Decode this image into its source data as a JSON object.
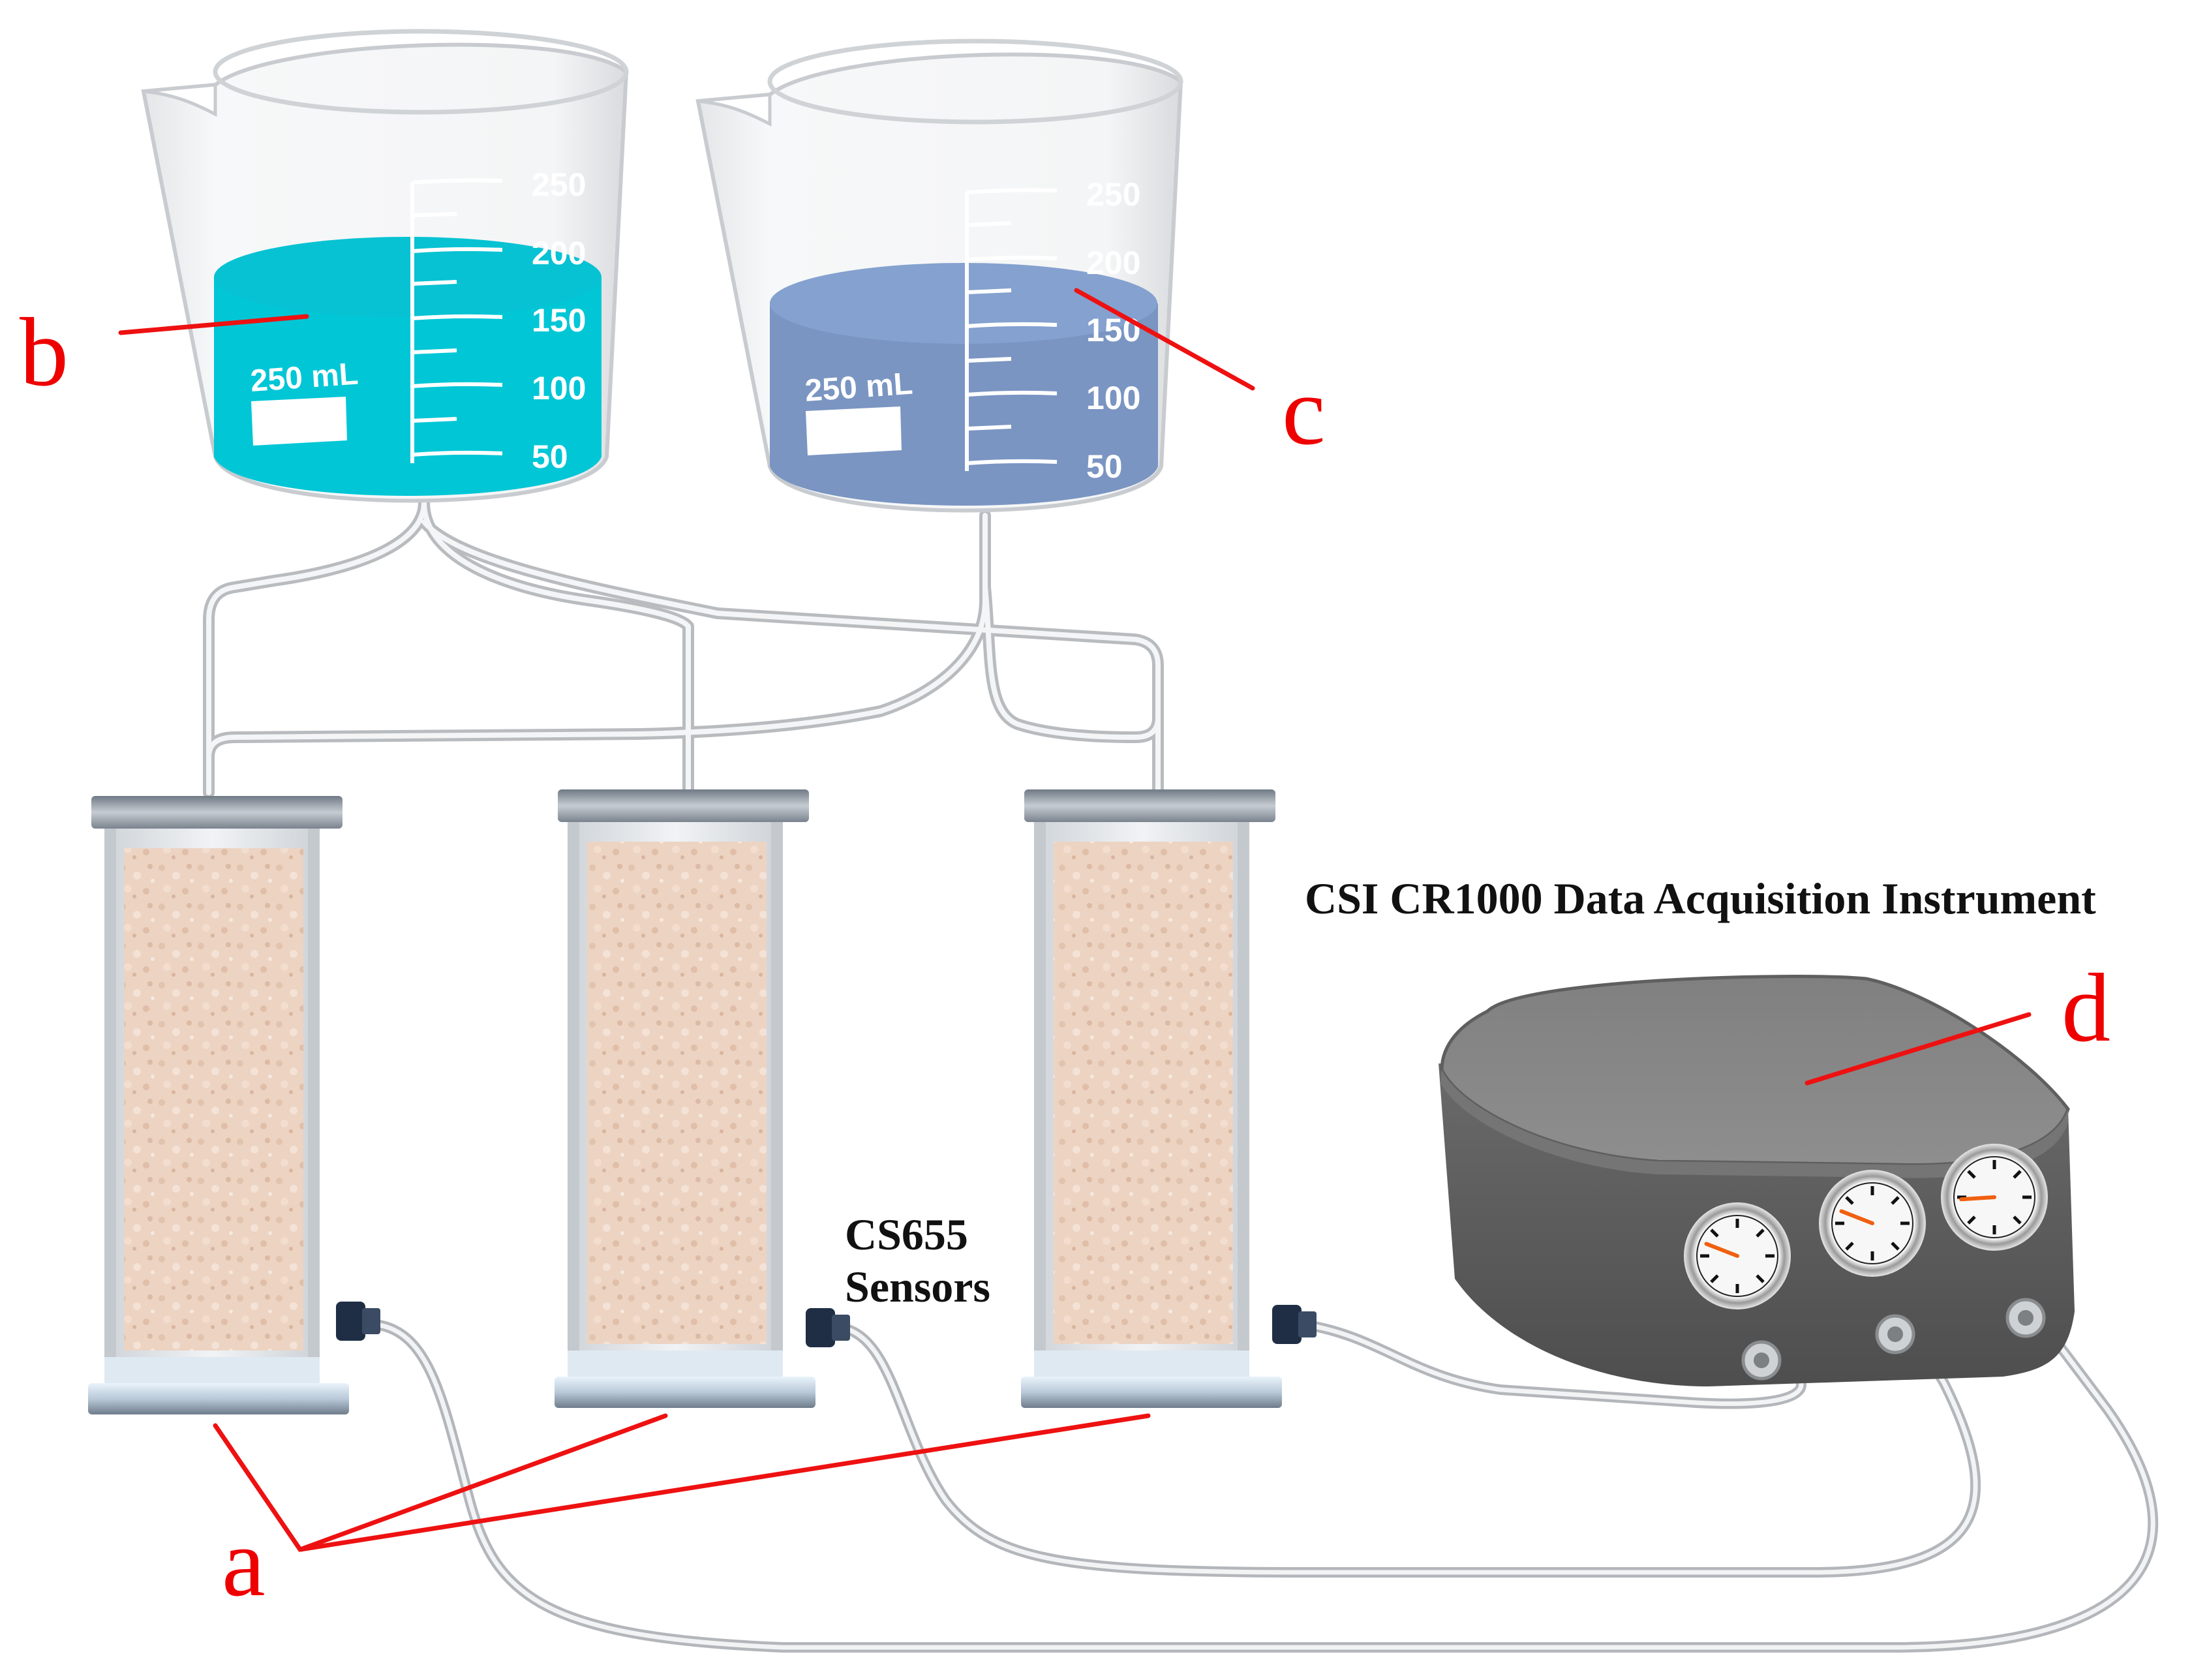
{
  "title": "CSI CR1000 Data Acquisition Instrument",
  "sensor_label_line1": "CS655",
  "sensor_label_line2": "Sensors",
  "beakers": [
    {
      "label": "250 mL",
      "ticks": [
        "250",
        "200",
        "150",
        "100",
        "50"
      ],
      "liquid_color": "#00c8d8"
    },
    {
      "label": "250 mL",
      "ticks": [
        "250",
        "200",
        "150",
        "100",
        "50"
      ],
      "liquid_color": "#7f9ccb"
    }
  ],
  "callouts": {
    "a": "a",
    "b": "b",
    "c": "c",
    "d": "d"
  },
  "colors": {
    "callout_line": "#ee1111",
    "tube": "#d8dadc",
    "soil": "#ecd2c0",
    "device": "#676767",
    "gauge_needle": "#f06010"
  },
  "gauge_needle_angles_deg": [
    10,
    10,
    -15
  ]
}
